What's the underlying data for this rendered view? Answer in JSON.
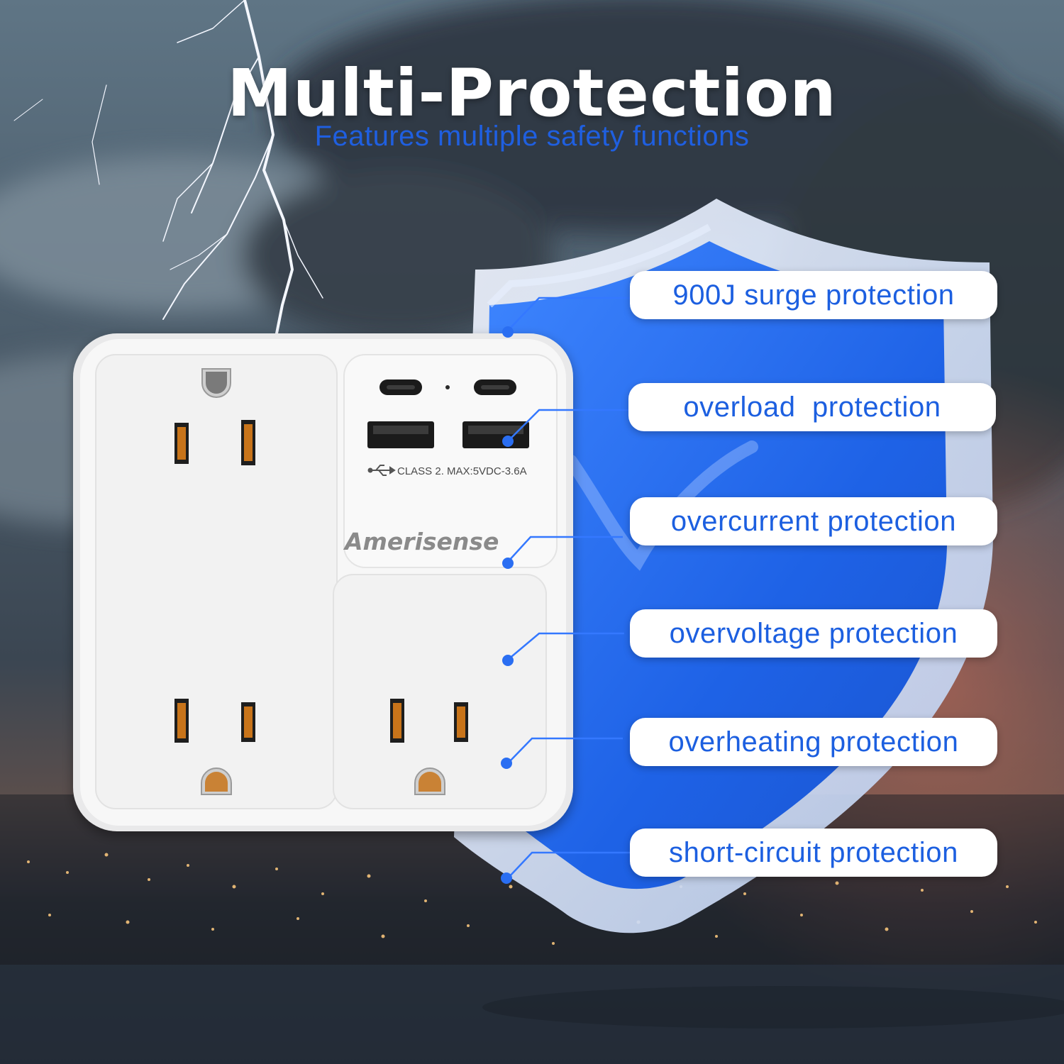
{
  "headline": "Multi-Protection",
  "subheadline": "Features multiple safety functions",
  "product": {
    "brand": "Amerisense",
    "usb_rating": "CLASS 2.  MAX:5VDC-3.6A",
    "ac_outlets": 3,
    "usb_c_ports": 2,
    "usb_a_ports": 2
  },
  "features": [
    {
      "label": "900J surge protection"
    },
    {
      "label": "overload  protection"
    },
    {
      "label": "overcurrent protection"
    },
    {
      "label": "overvoltage protection"
    },
    {
      "label": "overheating protection"
    },
    {
      "label": "short-circuit protection"
    }
  ],
  "colors": {
    "accent_blue": "#1c5fe0",
    "shield_blue": "#2a6ff0",
    "headline": "#ffffff",
    "device_white": "#f4f4f4",
    "outlet_slot": "#c8741a"
  },
  "icons": [
    "lightning-bolt",
    "shield-icon",
    "usb-icon"
  ]
}
